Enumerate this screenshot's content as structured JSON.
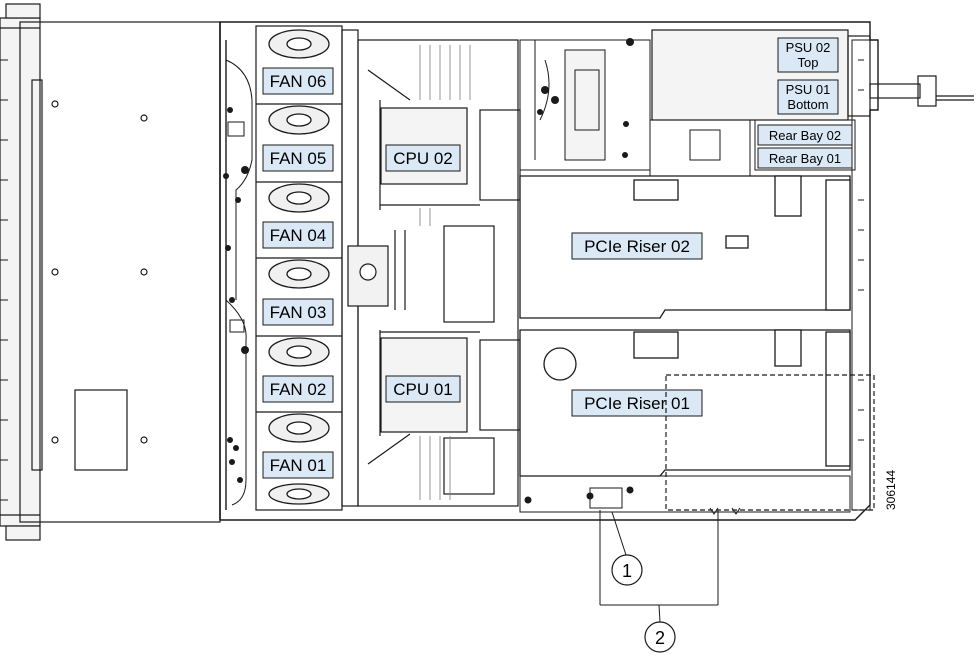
{
  "fans": [
    {
      "label": "FAN 06"
    },
    {
      "label": "FAN 05"
    },
    {
      "label": "FAN 04"
    },
    {
      "label": "FAN 03"
    },
    {
      "label": "FAN 02"
    },
    {
      "label": "FAN 01"
    }
  ],
  "cpus": [
    {
      "label": "CPU 02"
    },
    {
      "label": "CPU 01"
    }
  ],
  "psu": {
    "top_line1": "PSU 02",
    "top_line2": "Top",
    "bottom_line1": "PSU 01",
    "bottom_line2": "Bottom"
  },
  "rear_bays": [
    {
      "label": "Rear Bay 02"
    },
    {
      "label": "Rear Bay 01"
    }
  ],
  "risers": [
    {
      "label": "PCIe Riser 02"
    },
    {
      "label": "PCIe Riser 01"
    }
  ],
  "callouts": [
    {
      "number": "1"
    },
    {
      "number": "2"
    }
  ],
  "figure_id": "306144",
  "colors": {
    "label_fill": "#dbe9f7",
    "line": "#1a1a1a"
  }
}
